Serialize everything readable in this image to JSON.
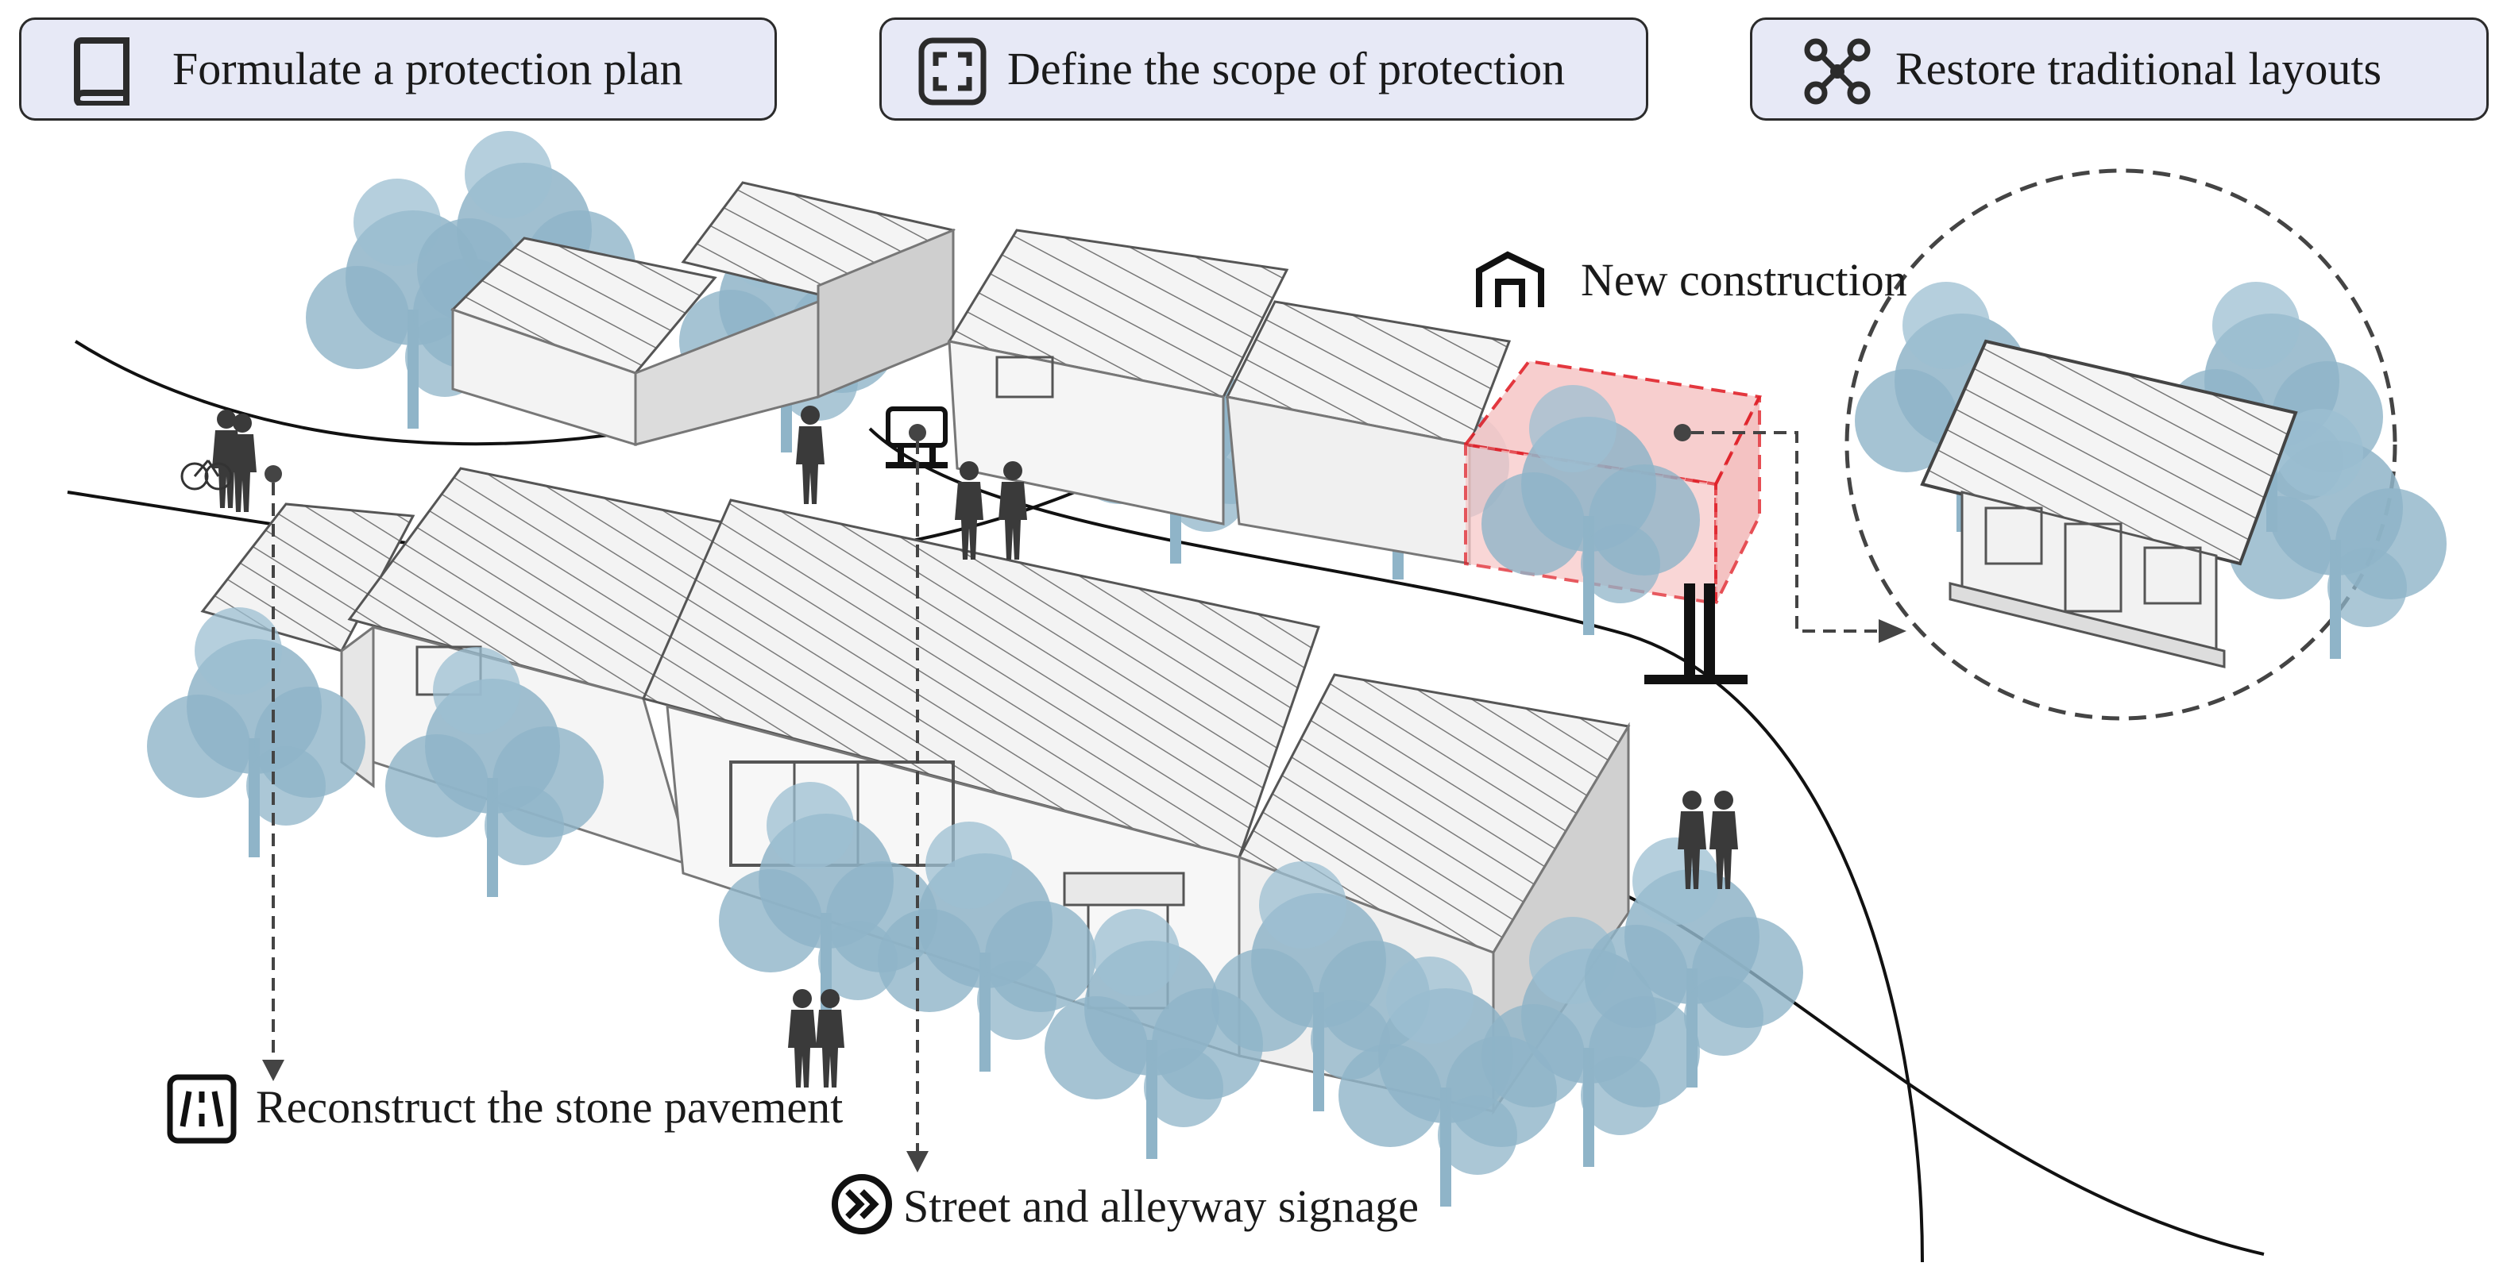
{
  "top_actions": [
    {
      "label": "Formulate a protection plan",
      "icon": "book-icon"
    },
    {
      "label": "Define the scope of protection",
      "icon": "frame-corners-icon"
    },
    {
      "label": "Restore traditional layouts",
      "icon": "network-nodes-icon"
    }
  ],
  "callouts": {
    "new_construction": {
      "label": "New construction",
      "icon": "house-outline-icon"
    },
    "stone_pavement": {
      "label": "Reconstruct the stone pavement",
      "icon": "road-icon"
    },
    "signage": {
      "label": "Street and alleyway signage",
      "icon": "double-chevron-right-icon"
    }
  },
  "colors": {
    "pill_fill": "#e7e9f6",
    "tree_blue": "#8fb4c8",
    "new_construction_red": "#e0222a",
    "new_construction_fill": "#f7c9c9"
  }
}
